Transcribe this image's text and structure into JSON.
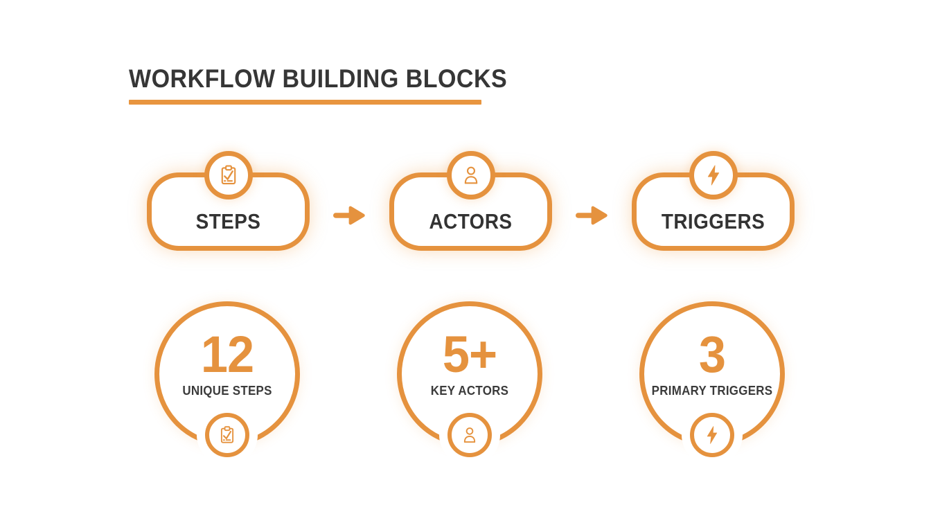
{
  "theme": {
    "accent_orange": "#E5923E",
    "underline_orange": "#E8953F",
    "dark_text": "#363636",
    "background": "#FFFFFF"
  },
  "title": {
    "text": "WORKFLOW BUILDING BLOCKS"
  },
  "flow": {
    "blocks": [
      {
        "label": "STEPS",
        "icon": "clipboard-check-icon"
      },
      {
        "label": "ACTORS",
        "icon": "person-icon"
      },
      {
        "label": "TRIGGERS",
        "icon": "lightning-icon"
      }
    ],
    "arrows": [
      {
        "icon": "arrow-right-icon"
      },
      {
        "icon": "arrow-right-icon"
      }
    ]
  },
  "stats": [
    {
      "value": "12",
      "label": "UNIQUE STEPS",
      "icon": "clipboard-check-icon"
    },
    {
      "value": "5+",
      "label": "KEY ACTORS",
      "icon": "person-icon"
    },
    {
      "value": "3",
      "label": "PRIMARY TRIGGERS",
      "icon": "lightning-icon"
    }
  ]
}
